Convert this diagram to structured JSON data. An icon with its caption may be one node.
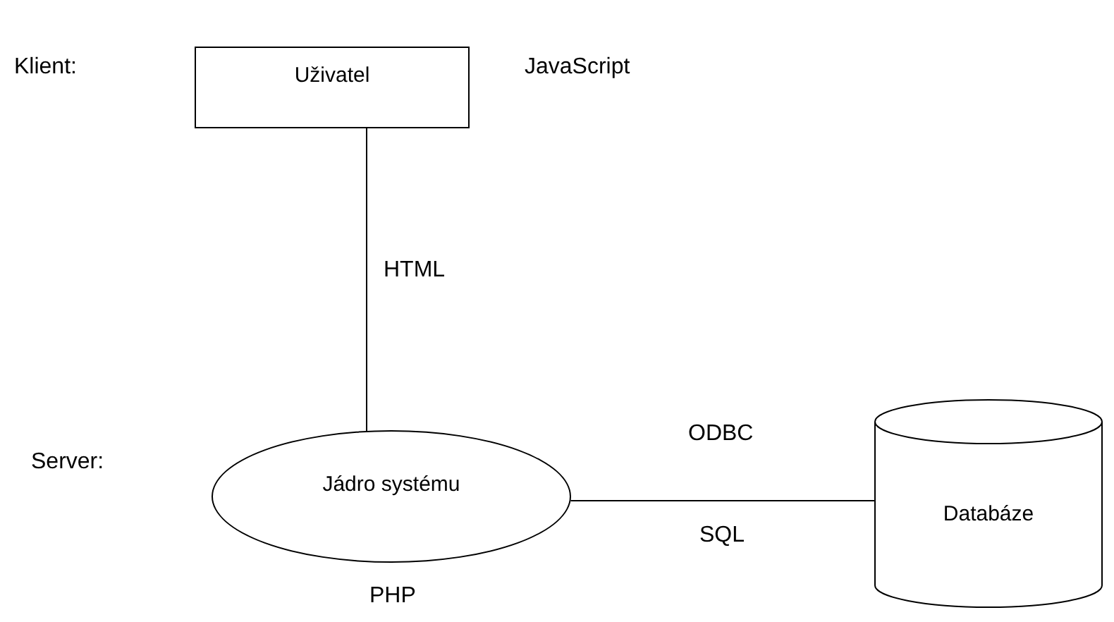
{
  "diagram": {
    "nodes": [
      {
        "text": [
          "Uživatel"
        ],
        "beside": [
          "JavaScript"
        ]
      },
      {
        "text": [
          "Jádro systému"
        ],
        "beside": [
          "PHP"
        ]
      },
      {
        "text": [
          "Databáze"
        ]
      }
    ],
    "edges": [
      {
        "from": 0,
        "to": 1,
        "arrow": "none",
        "label": "HTML"
      },
      {
        "from": 1,
        "to": 2,
        "arrow": "none",
        "label": "ODBC"
      }
    ],
    "labels": [
      "Klient:",
      "Server:",
      "SQL"
    ]
  }
}
